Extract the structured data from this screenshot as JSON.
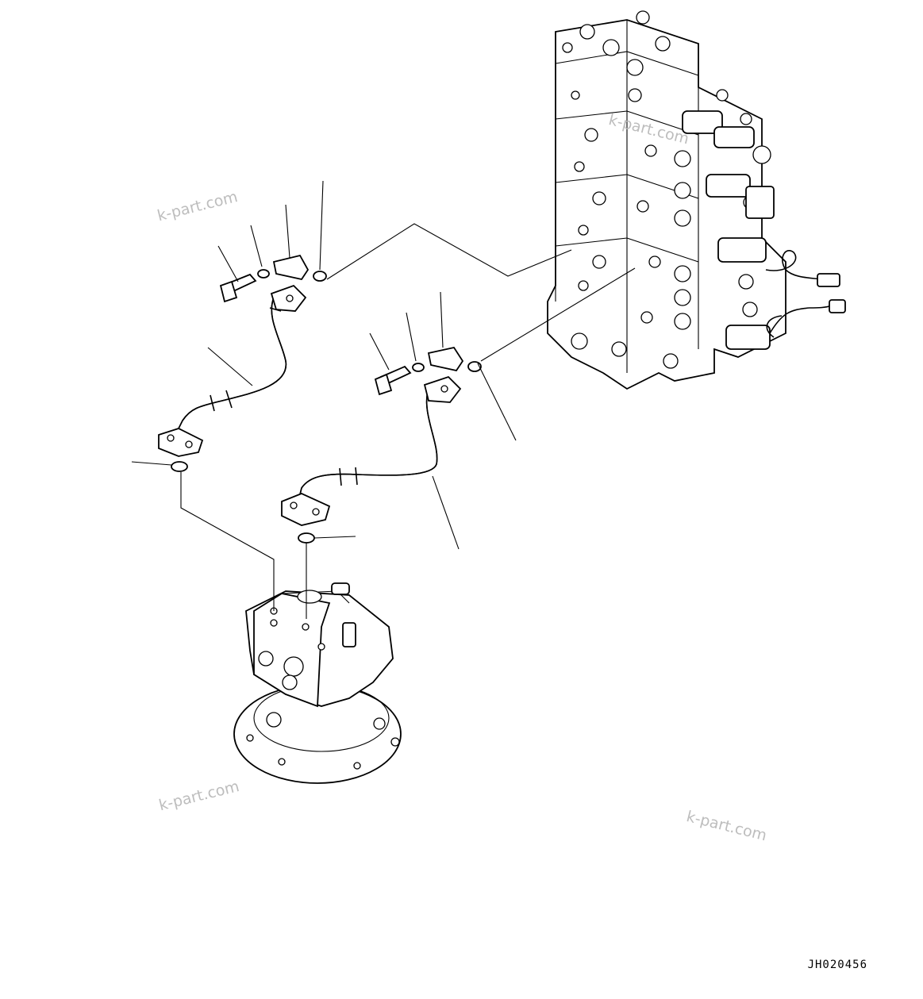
{
  "drawing": {
    "code": "JH020456",
    "watermarks": [
      "k-part.com",
      "k-part.com",
      "k-part.com",
      "k-part.com"
    ]
  }
}
